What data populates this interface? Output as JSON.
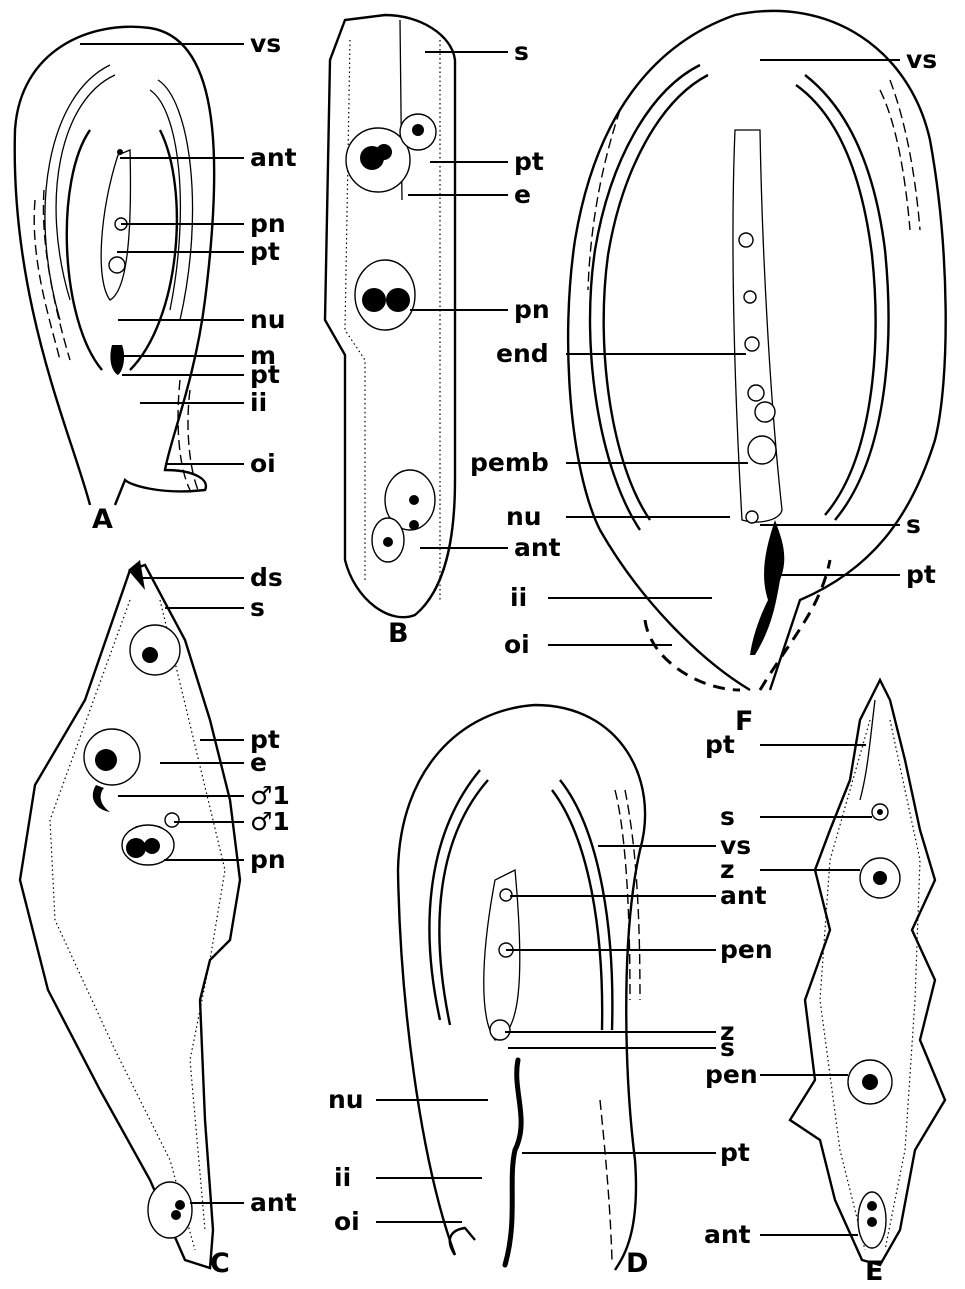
{
  "panels": {
    "A": "A",
    "B": "B",
    "C": "C",
    "D": "D",
    "E": "E",
    "F": "F"
  },
  "labels": {
    "A": [
      "vs",
      "ant",
      "pn",
      "pt",
      "nu",
      "m",
      "pt",
      "ii",
      "oi"
    ],
    "B": [
      "s",
      "pt",
      "e",
      "pn",
      "ant"
    ],
    "C": [
      "ds",
      "s",
      "pt",
      "e",
      "♂1",
      "♂1",
      "pn",
      "ant"
    ],
    "D": [
      "vs",
      "ant",
      "pen",
      "z",
      "s",
      "nu",
      "pt",
      "ii",
      "oi"
    ],
    "E": [
      "pt",
      "s",
      "z",
      "pen",
      "ant"
    ],
    "F": [
      "vs",
      "end",
      "pemb",
      "nu",
      "s",
      "pt",
      "ii",
      "oi"
    ]
  }
}
